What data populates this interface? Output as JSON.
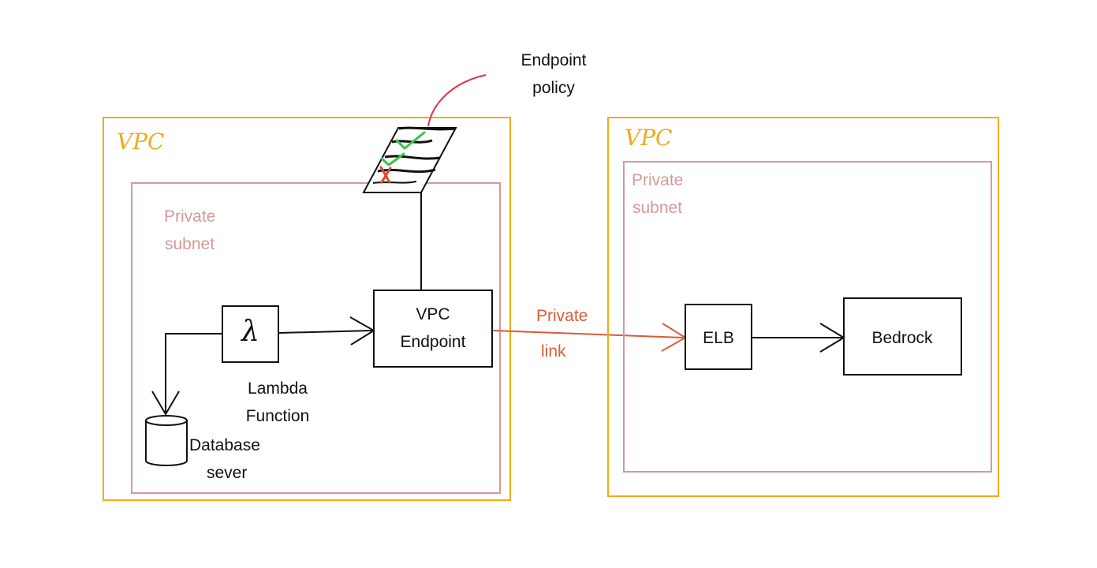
{
  "policy": {
    "line1": "Endpoint",
    "line2": "policy"
  },
  "left_vpc": {
    "label": "VPC",
    "subnet": {
      "line1": "Private",
      "line2": "subnet"
    },
    "lambda": {
      "glyph": "λ",
      "line1": "Lambda",
      "line2": "Function"
    },
    "database": {
      "line1": "Database",
      "line2": "sever"
    },
    "endpoint": {
      "line1": "VPC",
      "line2": "Endpoint"
    }
  },
  "private_link": {
    "line1": "Private",
    "line2": "link"
  },
  "right_vpc": {
    "label": "VPC",
    "subnet": {
      "line1": "Private",
      "line2": "subnet"
    },
    "elb": {
      "label": "ELB"
    },
    "bedrock": {
      "label": "Bedrock"
    }
  },
  "colors": {
    "vpc_border": "#f2aa18",
    "subnet_border": "#d39a9a",
    "private_link": "#d95b3a",
    "policy_connector": "#e0304a",
    "check_green": "#36c24a",
    "cross_red": "#e0482a",
    "stroke": "#111111"
  }
}
